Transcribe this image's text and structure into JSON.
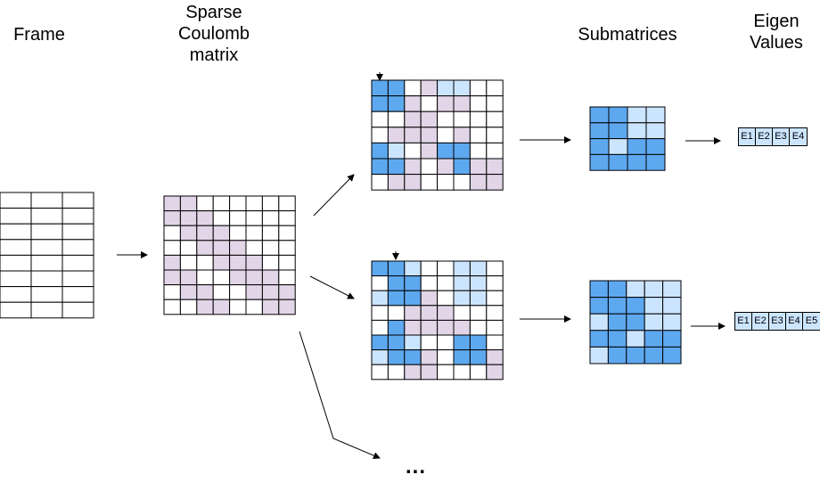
{
  "labels": {
    "frame": "Frame",
    "coulomb_line1": "Sparse",
    "coulomb_line2": "Coulomb",
    "coulomb_line3": "matrix",
    "submatrices": "Submatrices",
    "eigen_line1": "Eigen",
    "eigen_line2": "Values",
    "ellipsis": "..."
  },
  "eigenvalues_1": [
    "E1",
    "E2",
    "E3",
    "E4"
  ],
  "eigenvalues_2": [
    "E1",
    "E2",
    "E3",
    "E4",
    "E5"
  ],
  "colors": {
    "dark_blue": "#5ea8f0",
    "light_blue": "#cce5ff",
    "lavender": "#e1d5e7",
    "grid_line": "#000000"
  },
  "cell_legend": {
    "0": "white",
    "1": "lavender",
    "2": "dark_blue",
    "3": "light_blue"
  },
  "frame_table": {
    "rows": 8,
    "cols": 3
  },
  "sparse_matrix": [
    "11000000",
    "11100000",
    "01110000",
    "00111000",
    "10011100",
    "11001110",
    "01100111",
    "00110011"
  ],
  "matrix_1": [
    "22013300",
    "22101100",
    "00110000",
    "01110100",
    "23012200",
    "22101211",
    "01100011"
  ],
  "matrix_2": [
    "22300330",
    "02200330",
    "32210330",
    "00111000",
    "02111100",
    "22300220",
    "32210221",
    "00110001"
  ],
  "submatrix_1": [
    "2233",
    "2233",
    "2322",
    "2222"
  ],
  "submatrix_2": [
    "22333",
    "22233",
    "32233",
    "22322",
    "32222"
  ]
}
